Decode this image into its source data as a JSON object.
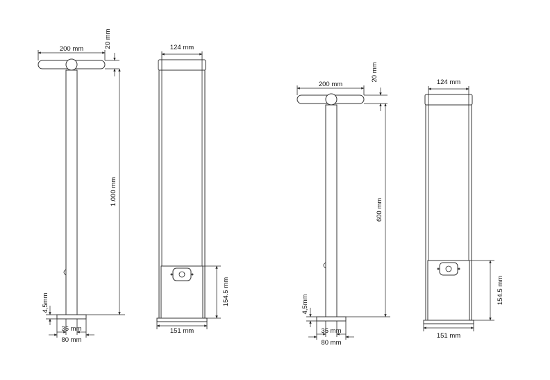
{
  "drawings": [
    {
      "side_view": {
        "arm_width": "200 mm",
        "arm_height": "20 mm",
        "total_height": "1.000 mm",
        "base_height": "4,5mm",
        "pole_width": "35 mm",
        "base_width": "80 mm"
      },
      "front_view": {
        "top_width": "124 mm",
        "panel_height": "154.5 mm",
        "base_width": "151 mm"
      }
    },
    {
      "side_view": {
        "arm_width": "200 mm",
        "arm_height": "20 mm",
        "total_height": "600 mm",
        "base_height": "4,5mm",
        "pole_width": "35 mm",
        "base_width": "80 mm"
      },
      "front_view": {
        "top_width": "124 mm",
        "panel_height": "154.5 mm",
        "base_width": "151 mm"
      }
    }
  ]
}
